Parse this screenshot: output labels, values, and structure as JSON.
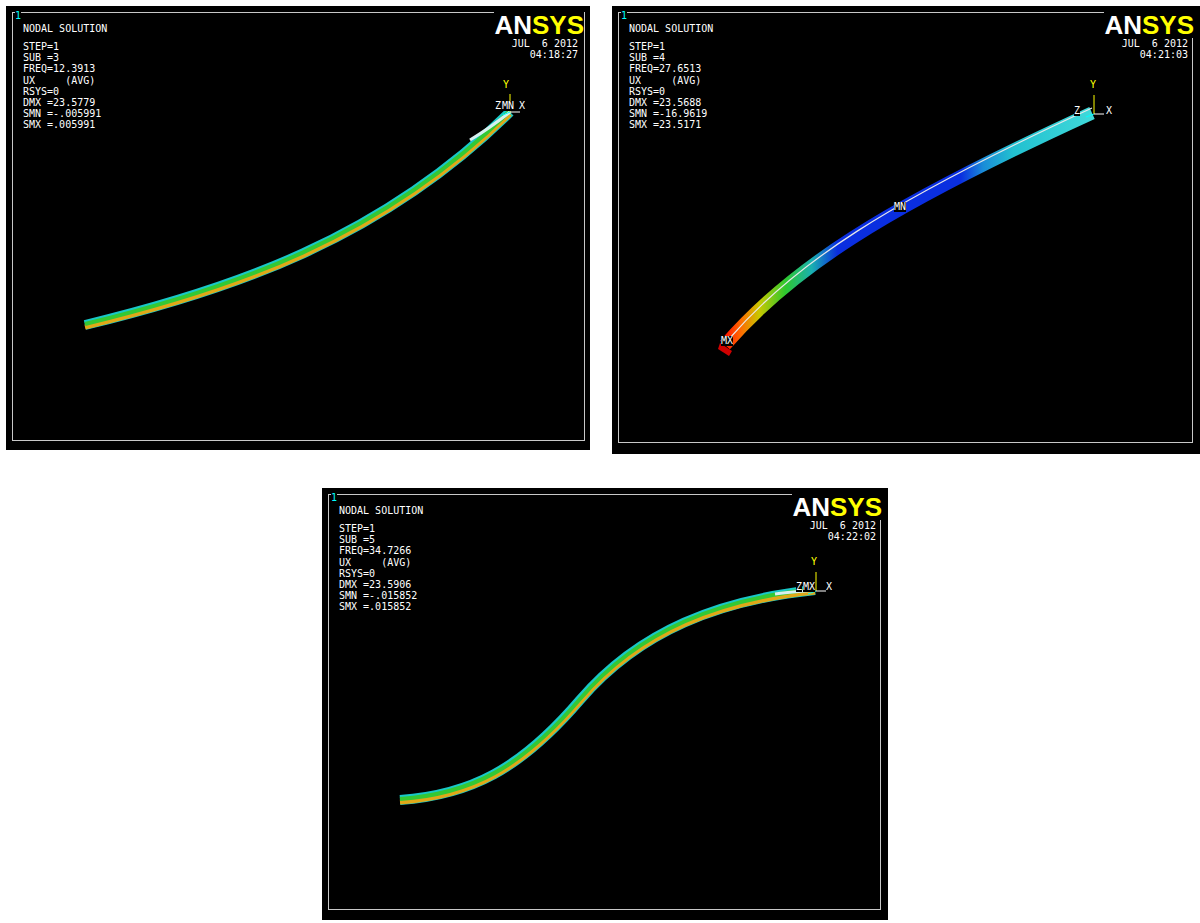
{
  "diagram": {
    "labels": [
      "1",
      "NODAL SOLUTION",
      "STEP=1",
      "SUB =3",
      "FREQ=12.3913",
      "UX     (AVG)",
      "RSYS=0",
      "DMX =23.5779",
      "SMN =-.005991",
      "SMX =.005991",
      "AN",
      "SYS",
      "JUL  6 2012",
      "04:18:27",
      "Y",
      "Z",
      "MN",
      "X",
      "1",
      "NODAL SOLUTION",
      "STEP=1",
      "SUB =4",
      "FREQ=27.6513",
      "UX     (AVG)",
      "RSYS=0",
      "DMX =23.5688",
      "SMN =-16.9619",
      "SMX =23.5171",
      "AN",
      "SYS",
      "JUL  6 2012",
      "04:21:03",
      "Y",
      "Z",
      "X",
      "MN",
      "MX",
      "1",
      "NODAL SOLUTION",
      "STEP=1",
      "SUB =5",
      "FREQ=34.7266",
      "UX     (AVG)",
      "RSYS=0",
      "DMX =23.5906",
      "SMN =-.015852",
      "SMX =.015852",
      "AN",
      "SYS",
      "JUL  6 2012",
      "04:22:02",
      "Y",
      "Z",
      "MX",
      "X"
    ]
  }
}
